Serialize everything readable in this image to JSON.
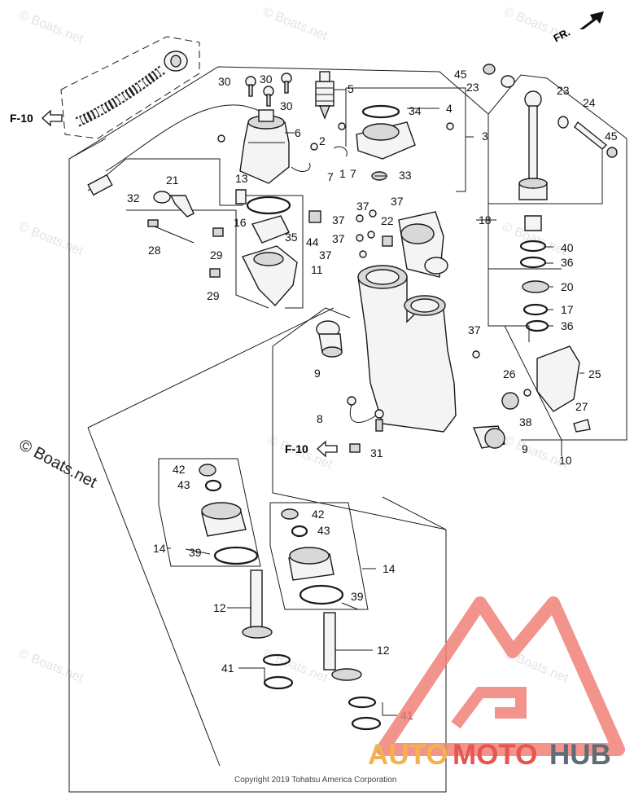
{
  "watermarks": {
    "site_small": "© Boats.net",
    "site_large": "© Boats.net"
  },
  "direction_label": "FR.",
  "reference": "F-10",
  "copyright": "Copyright 2019 Tohatsu America Corporation",
  "brand": {
    "auto": "AUTO",
    "moto": "MOTO",
    "hub": "HUB"
  },
  "colors": {
    "brand_red": "#e8554f",
    "brand_orange": "#f2b24d",
    "brand_gray": "#5f6b75",
    "logo_red": "#f08078"
  },
  "part_numbers": [
    "3",
    "4",
    "5",
    "6",
    "7",
    "8",
    "9",
    "10",
    "11",
    "12",
    "13",
    "14",
    "16",
    "17",
    "18",
    "20",
    "21",
    "22",
    "23",
    "24",
    "25",
    "26",
    "27",
    "28",
    "29",
    "30",
    "31",
    "32",
    "33",
    "34",
    "35",
    "36",
    "37",
    "38",
    "39",
    "40",
    "41",
    "42",
    "43",
    "44",
    "45",
    "1",
    "2"
  ]
}
